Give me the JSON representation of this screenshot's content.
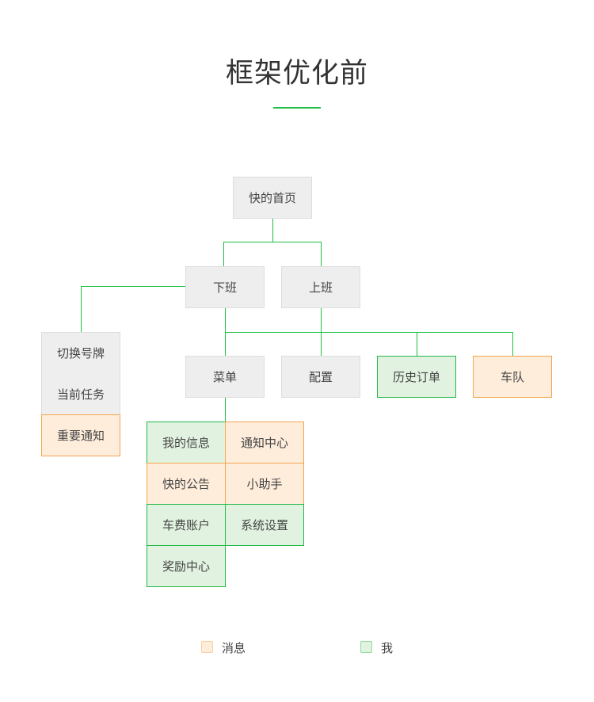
{
  "title": "框架优化前",
  "colors": {
    "accent_line": "#1cbf45",
    "gray_fill": "#eeeeee",
    "green_fill": "#e1f3e0",
    "green_border": "#21b948",
    "orange_fill": "#feeddb",
    "orange_border": "#f6a54c"
  },
  "root": {
    "label": "快的首页",
    "category": "default"
  },
  "level1": [
    {
      "label": "下班",
      "category": "default"
    },
    {
      "label": "上班",
      "category": "default"
    }
  ],
  "offduty_side": [
    {
      "label": "切换号牌",
      "category": "default"
    },
    {
      "label": "当前任务",
      "category": "default"
    },
    {
      "label": "重要通知",
      "category": "message"
    }
  ],
  "level2": [
    {
      "label": "菜单",
      "category": "default"
    },
    {
      "label": "配置",
      "category": "default"
    },
    {
      "label": "历史订单",
      "category": "me"
    },
    {
      "label": "车队",
      "category": "message"
    }
  ],
  "menu_items": [
    {
      "label": "我的信息",
      "category": "me"
    },
    {
      "label": "通知中心",
      "category": "message"
    },
    {
      "label": "快的公告",
      "category": "message"
    },
    {
      "label": "小助手",
      "category": "message"
    },
    {
      "label": "车费账户",
      "category": "me"
    },
    {
      "label": "系统设置",
      "category": "me"
    },
    {
      "label": "奖励中心",
      "category": "me"
    }
  ],
  "legend": [
    {
      "label": "消息",
      "category": "message"
    },
    {
      "label": "我",
      "category": "me"
    }
  ]
}
